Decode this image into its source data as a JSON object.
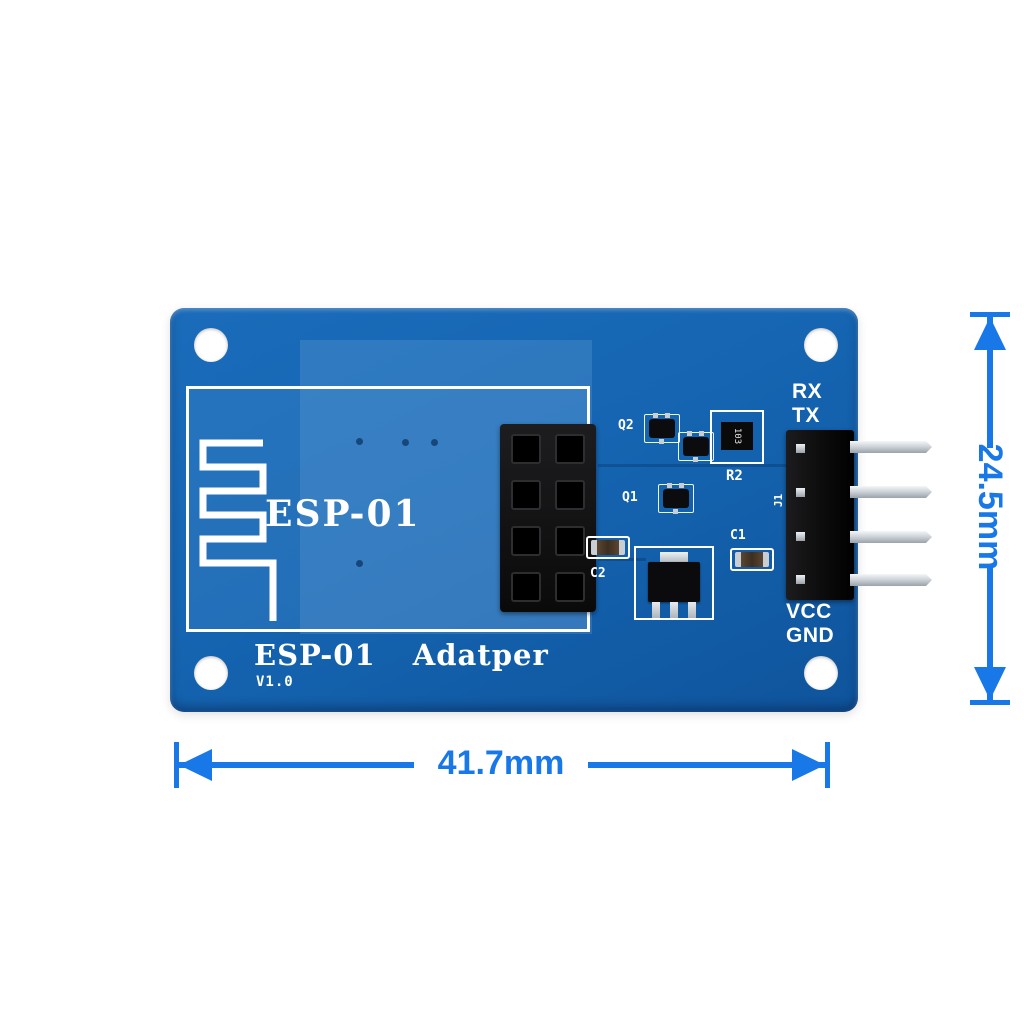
{
  "product": {
    "subject": "Blue ESP-01 serial WiFi adapter PCB, top view, with size callouts"
  },
  "silkscreen": {
    "module_label": "ESP-01",
    "title": "ESP-01  Adatper",
    "version": "V1.0",
    "rx": "RX",
    "tx": "TX",
    "vcc": "VCC",
    "gnd": "GND",
    "q1": "Q1",
    "q2": "Q2",
    "r2": "R2",
    "c1": "C1",
    "c2": "C2",
    "j1": "J1",
    "chip_marking": "103"
  },
  "dimensions": {
    "width": "41.7mm",
    "height": "24.5mm"
  },
  "colors": {
    "board": "#1565b2",
    "module_area": "#3579c2",
    "silkscreen": "#ffffff",
    "dimension": "#1878e8",
    "header_plastic": "#0a0a0b",
    "pin_metal": "#cfd5da"
  }
}
